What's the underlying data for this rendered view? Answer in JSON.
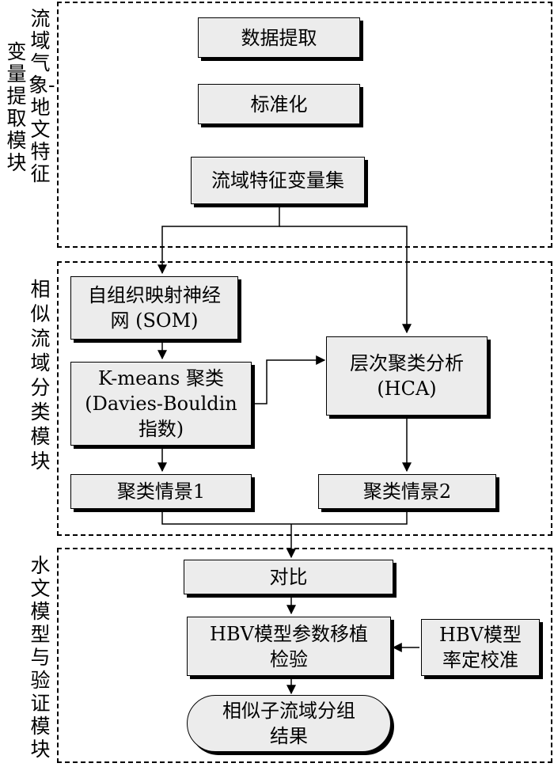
{
  "modules": {
    "extraction": {
      "label_col1": "流域气象-地文特征",
      "label_col2": "变量提取模块"
    },
    "classification": {
      "label": "相似流域分类模块"
    },
    "hydrology": {
      "label": "水文模型与验证模块"
    }
  },
  "nodes": {
    "data_extraction": "数据提取",
    "standardization": "标准化",
    "feature_set": "流域特征变量集",
    "som": "自组织映射神经\n网 (SOM)",
    "kmeans": "K-means 聚类\n(Davies-Bouldin\n指数)",
    "hca": "层次聚类分析\n(HCA)",
    "scenario1": "聚类情景1",
    "scenario2": "聚类情景2",
    "compare": "对比",
    "hbv_transfer": "HBV模型参数移植\n检验",
    "hbv_calibration": "HBV模型\n率定校准",
    "result": "相似子流域分组\n结果"
  }
}
